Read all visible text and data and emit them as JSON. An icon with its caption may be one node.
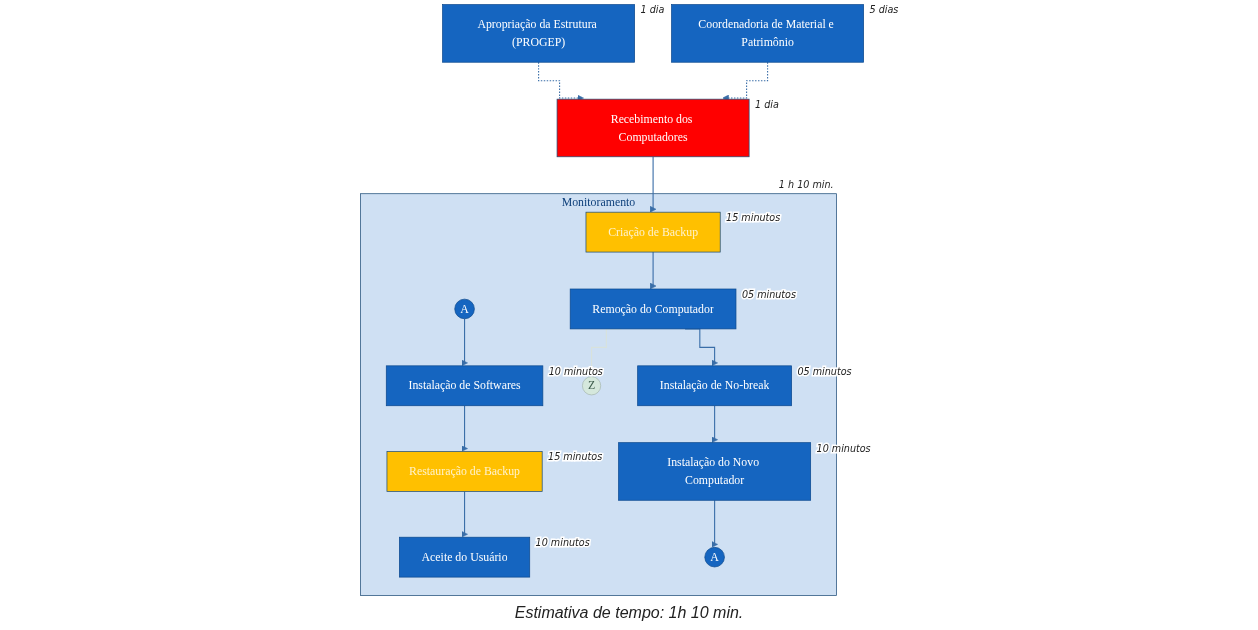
{
  "diagram": {
    "nodes": [
      {
        "text": [
          "Apropriação da Estrutura (PROGEP)"
        ],
        "beside": [
          "1 dia"
        ]
      },
      {
        "text": [
          "Coordenadoria de Material e Patrimônio"
        ],
        "beside": [
          "5 dias"
        ]
      },
      {
        "text": [
          "Recebimento dos Computadores"
        ],
        "beside": [
          "1 dia"
        ]
      },
      {
        "text": [
          "Monitoramento"
        ],
        "beside": [
          "1 h 10 min."
        ]
      },
      {
        "text": [
          "A"
        ],
        "in": 3
      },
      {
        "text": [
          "Instalação de Softwares"
        ],
        "in": 3,
        "beside": [
          "10 minutos"
        ]
      },
      {
        "text": [
          "Restauração de Backup"
        ],
        "in": 3,
        "beside": [
          "15 minutos"
        ]
      },
      {
        "text": [
          "Aceite do Usuário"
        ],
        "in": 3,
        "beside": [
          "10 minutos"
        ]
      },
      {
        "text": [
          "Criação de Backup"
        ],
        "in": 3,
        "beside": [
          "15 minutos"
        ]
      },
      {
        "text": [
          "Remoção do Computador"
        ],
        "in": 3,
        "beside": [
          "05 minutos"
        ]
      },
      {
        "text": [
          "Z"
        ],
        "in": 3
      },
      {
        "text": [
          "Instalação de No-break"
        ],
        "in": 3,
        "beside": [
          "05 minutos"
        ]
      },
      {
        "text": [
          "Instalação do Novo Computador"
        ],
        "in": 3,
        "beside": [
          "10 minutos"
        ]
      },
      {
        "text": [
          "A"
        ],
        "in": 3
      }
    ],
    "edges": [
      {
        "from": 0,
        "to": 2,
        "arrow": "to",
        "style": "dashed"
      },
      {
        "from": 1,
        "to": 2,
        "arrow": "to",
        "style": "dashed"
      },
      {
        "from": 2,
        "to": 8,
        "arrow": "to"
      },
      {
        "from": 8,
        "to": 9,
        "arrow": "to"
      },
      {
        "from": 9,
        "to": 10,
        "arrow": "none",
        "color": "#d8e2dc"
      },
      {
        "from": 9,
        "to": 11,
        "arrow": "to"
      },
      {
        "from": 11,
        "to": 12,
        "arrow": "to"
      },
      {
        "from": 12,
        "to": 13,
        "arrow": "to"
      },
      {
        "from": 4,
        "to": 5,
        "arrow": "to"
      },
      {
        "from": 5,
        "to": 6,
        "arrow": "to"
      },
      {
        "from": 6,
        "to": 7,
        "arrow": "to"
      }
    ],
    "labels": [
      "Estimativa de tempo: 1h 10 min."
    ]
  }
}
